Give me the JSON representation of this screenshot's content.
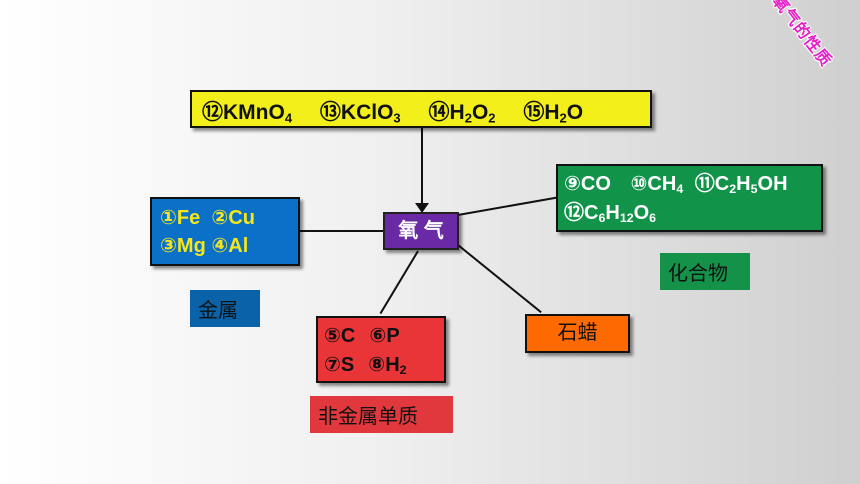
{
  "corner_title": "氧气的性质",
  "center": {
    "label": "氧 气"
  },
  "top_box": {
    "items": [
      {
        "num": "⑫",
        "parts": [
          "KMnO",
          "4"
        ]
      },
      {
        "num": "⑬",
        "parts": [
          "KClO",
          "3"
        ]
      },
      {
        "num": "⑭",
        "parts": [
          "H",
          "2",
          "O",
          "2"
        ]
      },
      {
        "num": "⑮",
        "parts": [
          "H",
          "2",
          "O"
        ]
      }
    ]
  },
  "metals_box": {
    "line1": "①Fe  ②Cu",
    "line2": "③Mg ④Al"
  },
  "metals_label": "金属",
  "compounds_box": {
    "r1a": "⑨CO",
    "r1b": "⑩CH",
    "r1b_sub": "4",
    "r1c": "⑪C",
    "r1c_sub1": "2",
    "r1c_mid": "H",
    "r1c_sub2": "5",
    "r1c_end": "OH",
    "r2": "⑫C",
    "r2_s1": "6",
    "r2_h": "H",
    "r2_s2": "12",
    "r2_o": "O",
    "r2_s3": "6"
  },
  "compounds_label": "化合物",
  "nonmetals_box": {
    "l1a": "⑤C",
    "l1b": "⑥P",
    "l2a": "⑦S",
    "l2b": "⑧H",
    "l2b_sub": "2"
  },
  "nonmetals_label": "非金属单质",
  "wax_box": {
    "label": "石蜡"
  },
  "colors": {
    "yellow": "#f2ef1a",
    "blue": "#0b70c8",
    "green": "#11934a",
    "red": "#e93538",
    "orange": "#ff6a00",
    "purple": "#6a2aa6",
    "label_blue": "#0a62a8",
    "label_green": "#14924a",
    "label_red": "#e0383c",
    "corner": "#e61ec8"
  }
}
